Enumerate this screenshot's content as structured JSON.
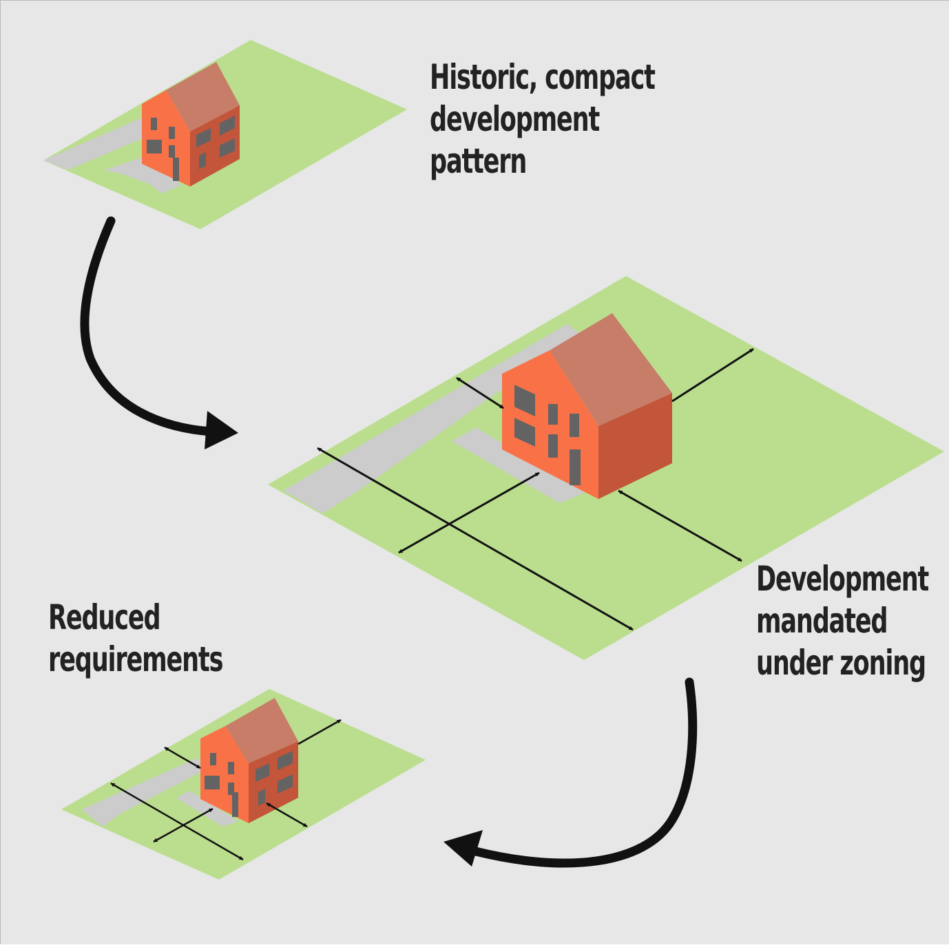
{
  "labels": {
    "historic": [
      "Historic, compact",
      "development",
      "pattern"
    ],
    "mandated": [
      "Development",
      "mandated",
      "under zoning"
    ],
    "reduced": [
      "Reduced",
      "requirements"
    ]
  },
  "colors": {
    "background": "#e7e7e7",
    "lawn": "#bade8d",
    "pavement": "#cccccc",
    "wall_front": "#f97146",
    "wall_side": "#c2553a",
    "roof_front": "#d4705a",
    "roof_side": "#c77d68",
    "window": "#636363",
    "arrow": "#111111",
    "text": "#222222"
  }
}
